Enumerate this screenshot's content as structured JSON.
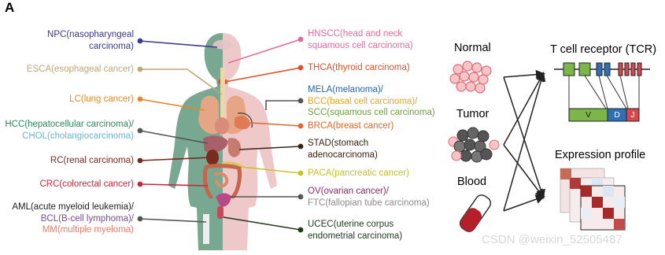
{
  "panel_letter": "A",
  "left_labels": [
    {
      "lines": [
        "NPC(nasopharyngeal",
        "carcinoma)"
      ],
      "color": "#3b3a91"
    },
    {
      "lines": [
        "ESCA(esophageal cancer)"
      ],
      "color": "#c2a67a"
    },
    {
      "lines": [
        "LC(lung cancer)"
      ],
      "color": "#e08a2c"
    },
    {
      "lines": [
        "HCC(hepatocellular carcinoma)/"
      ],
      "color": "#2a8a5c"
    },
    {
      "lines": [
        "CHOL(cholangiocarcinoma)"
      ],
      "color": "#6bb6d8"
    },
    {
      "lines": [
        "RC(renal carcinoma)"
      ],
      "color": "#7a2b1e"
    },
    {
      "lines": [
        "CRC(colorectal cancer)"
      ],
      "color": "#c4283a"
    },
    {
      "lines": [
        "AML(acute myeloid leukemia)/"
      ],
      "color": "#222222"
    },
    {
      "lines": [
        "BCL(B-cell lymphoma)/"
      ],
      "color": "#7a4aa0"
    },
    {
      "lines": [
        "MM(multiple myeloma)"
      ],
      "color": "#ef7b66"
    }
  ],
  "right_labels": [
    {
      "lines": [
        "HNSCC(head and neck",
        "squamous cell carcinoma)"
      ],
      "color": "#e06e9c"
    },
    {
      "lines": [
        "THCA(thyroid carcinoma)"
      ],
      "color": "#d9542a"
    },
    {
      "lines": [
        "MELA(melanoma)/"
      ],
      "color": "#2766b0"
    },
    {
      "lines": [
        "BCC(basal cell carcinoma)/"
      ],
      "color": "#e3a52b"
    },
    {
      "lines": [
        "SCC(squamous cell carcinoma)"
      ],
      "color": "#6aa43b"
    },
    {
      "lines": [
        "BRCA(breast cancer)"
      ],
      "color": "#e0682a"
    },
    {
      "lines": [
        "STAD(stomach",
        "adenocarcinoma)"
      ],
      "color": "#3b2414"
    },
    {
      "lines": [
        "PACA(pancreatic cancer)"
      ],
      "color": "#c9c02a"
    },
    {
      "lines": [
        "OV(ovarian cancer)/"
      ],
      "color": "#8a2a6a"
    },
    {
      "lines": [
        "FTC(fallopian tube carcinoma)"
      ],
      "color": "#8c8c8c"
    },
    {
      "lines": [
        "UCEC(uterine corpus",
        "endometrial carcinoma)"
      ],
      "color": "#1f3a1f"
    }
  ],
  "samples": {
    "normal": "Normal",
    "tumor": "Tumor",
    "blood": "Blood"
  },
  "tcr": {
    "title": "T cell receptor (TCR)",
    "v": "V",
    "d": "D",
    "j": "J"
  },
  "expression": {
    "title": "Expression profile"
  },
  "watermark": "CSDN @weixin_52505487"
}
